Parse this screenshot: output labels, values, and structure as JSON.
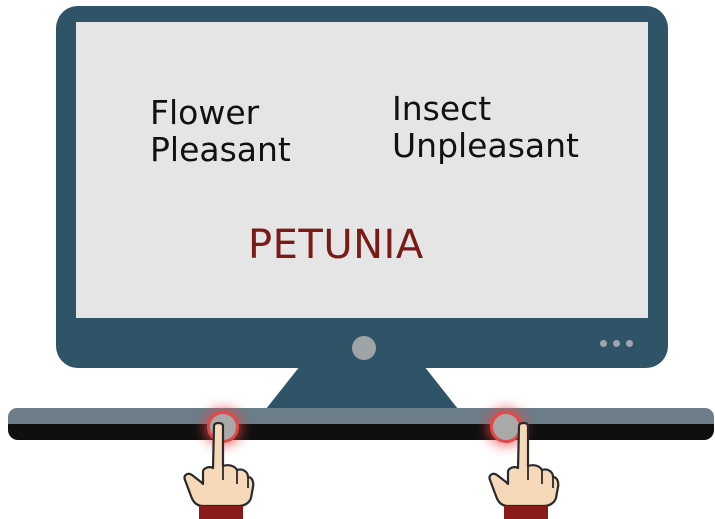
{
  "screen": {
    "left_category": {
      "line1": "Flower",
      "line2": "Pleasant"
    },
    "right_category": {
      "line1": "Insect",
      "line2": "Unpleasant"
    },
    "stimulus_word": "PETUNIA"
  },
  "colors": {
    "monitor": "#2f5468",
    "screen": "#e5e5e5",
    "category_text": "#111111",
    "stimulus_text": "#7a1a16",
    "key_glow": "#e24a4a",
    "skin": "#f6d9b8",
    "sleeve": "#8b1a1a"
  },
  "icons": {
    "left_hand": "pointing-hand-icon",
    "right_hand": "pointing-hand-icon",
    "power": "power-button-icon"
  }
}
